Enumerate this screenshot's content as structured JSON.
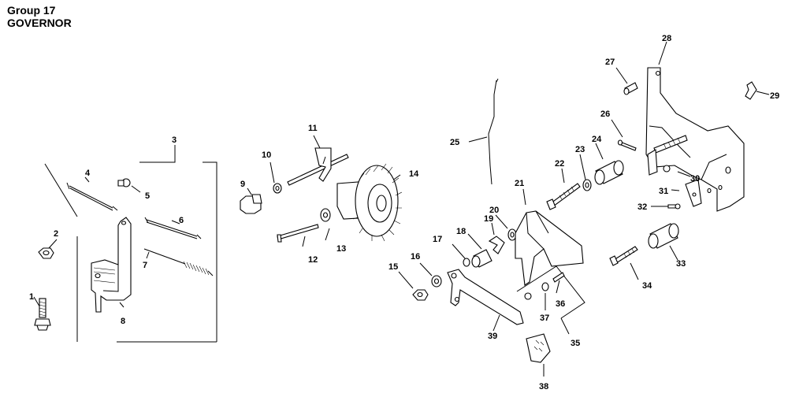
{
  "header": {
    "group": "Group 17",
    "title": "GOVERNOR"
  },
  "callouts": [
    "1",
    "2",
    "3",
    "4",
    "5",
    "6",
    "7",
    "8",
    "9",
    "10",
    "11",
    "12",
    "13",
    "14",
    "15",
    "16",
    "17",
    "18",
    "19",
    "20",
    "21",
    "22",
    "23",
    "24",
    "25",
    "26",
    "27",
    "28",
    "29",
    "30",
    "31",
    "32",
    "33",
    "34",
    "35",
    "36",
    "37",
    "38",
    "39"
  ]
}
